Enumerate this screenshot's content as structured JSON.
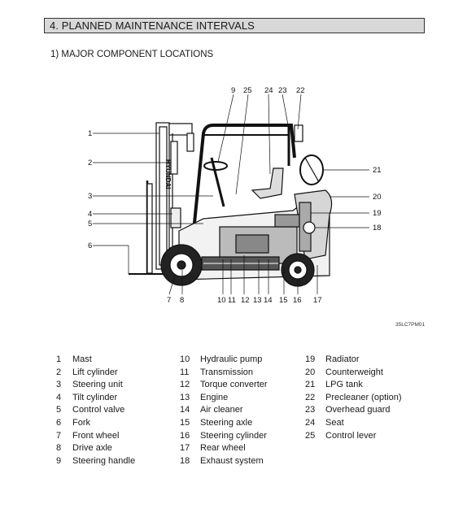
{
  "header": {
    "title": "4. PLANNED MAINTENANCE INTERVALS"
  },
  "section": {
    "subtitle": "1) MAJOR COMPONENT LOCATIONS"
  },
  "figure": {
    "code": "35LC7PM01",
    "side_labels_left": [
      "1",
      "2",
      "3",
      "4",
      "5",
      "6"
    ],
    "top_labels": [
      "9",
      "25",
      "24",
      "23",
      "22"
    ],
    "right_labels": [
      "21",
      "20",
      "19",
      "18"
    ],
    "bottom_labels": [
      "7",
      "8",
      "10",
      "11",
      "12",
      "13",
      "14",
      "15",
      "16",
      "17"
    ],
    "mast_text": "HYUNDAI"
  },
  "legend": [
    {
      "num": "1",
      "label": "Mast"
    },
    {
      "num": "2",
      "label": "Lift cylinder"
    },
    {
      "num": "3",
      "label": "Steering unit"
    },
    {
      "num": "4",
      "label": "Tilt cylinder"
    },
    {
      "num": "5",
      "label": "Control valve"
    },
    {
      "num": "6",
      "label": "Fork"
    },
    {
      "num": "7",
      "label": "Front wheel"
    },
    {
      "num": "8",
      "label": "Drive axle"
    },
    {
      "num": "9",
      "label": "Steering handle"
    },
    {
      "num": "10",
      "label": "Hydraulic pump"
    },
    {
      "num": "11",
      "label": "Transmission"
    },
    {
      "num": "12",
      "label": "Torque converter"
    },
    {
      "num": "13",
      "label": "Engine"
    },
    {
      "num": "14",
      "label": "Air cleaner"
    },
    {
      "num": "15",
      "label": "Steering axle"
    },
    {
      "num": "16",
      "label": "Steering cylinder"
    },
    {
      "num": "17",
      "label": "Rear wheel"
    },
    {
      "num": "18",
      "label": "Exhaust system"
    },
    {
      "num": "19",
      "label": "Radiator"
    },
    {
      "num": "20",
      "label": "Counterweight"
    },
    {
      "num": "21",
      "label": "LPG tank"
    },
    {
      "num": "22",
      "label": "Precleaner (option)"
    },
    {
      "num": "23",
      "label": "Overhead guard"
    },
    {
      "num": "24",
      "label": "Seat"
    },
    {
      "num": "25",
      "label": "Control lever"
    }
  ]
}
